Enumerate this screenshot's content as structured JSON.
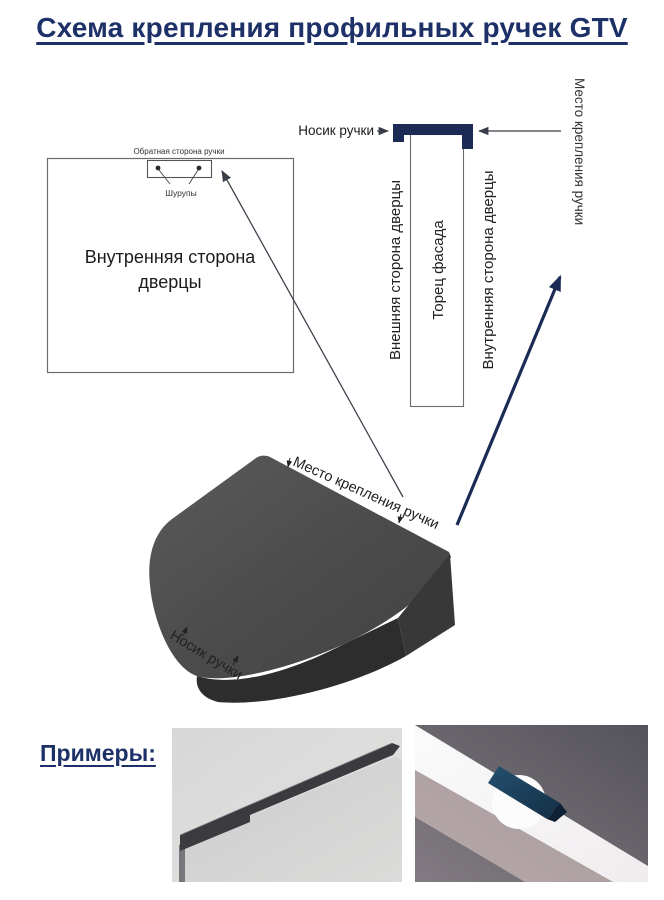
{
  "title": "Схема крепления профильных ручек GTV",
  "colors": {
    "accent_navy": "#1d3168",
    "diagram_navy": "#1b2b55",
    "handle_dark_gray": "#4b4b4b",
    "example_blue_handle": "#1d4059"
  },
  "diagram": {
    "back_of_handle_label": "Обратная сторона ручки",
    "screws_label": "Шурупы",
    "inner_side_box_line1": "Внутренняя сторона",
    "inner_side_box_line2": "дверцы",
    "nose_label_top": "Носик ручки",
    "outer_side_label": "Внешняя сторона дверцы",
    "facade_edge_label": "Торец фасада",
    "inner_side_label": "Внутренняя сторона дверцы",
    "mount_place_label_right": "Место крепления ручки",
    "mount_place_label_handle": "Место крепления ручки",
    "nose_label_bottom": "Носик ручки"
  },
  "examples": {
    "label": "Примеры:"
  }
}
